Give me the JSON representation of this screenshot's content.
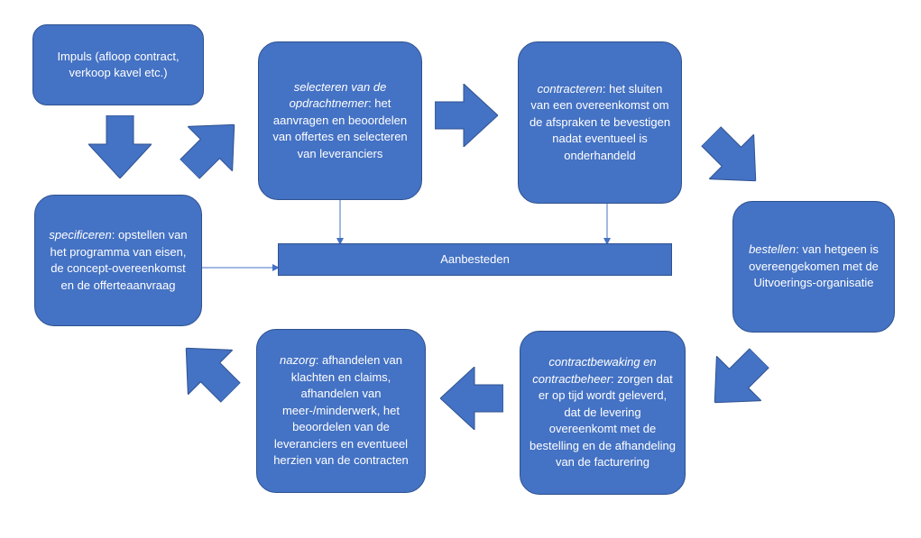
{
  "colors": {
    "box_fill": "#4472c4",
    "box_border": "#2f528f",
    "text": "#ffffff",
    "connector": "#4472c4"
  },
  "nodes": {
    "impuls": {
      "text": "Impuls (afloop contract, verkoop kavel etc.)"
    },
    "specificeren": {
      "term": "specificeren",
      "text": ": opstellen van het programma van eisen, de concept-overeenkomst en de offerteaanvraag"
    },
    "selecteren": {
      "term": "selecteren van de opdrachtnemer",
      "text": ": het aanvragen en beoordelen van offertes en selecteren van leveranciers"
    },
    "contracteren": {
      "term": "contracteren",
      "text": ": het sluiten van een overeenkomst om de afspraken te bevestigen nadat eventueel is onderhandeld"
    },
    "bestellen": {
      "term": "bestellen",
      "text": ": van hetgeen is overeengekomen met de Uitvoerings-organisatie"
    },
    "contractbewaking": {
      "term": "contractbewaking en contractbeheer",
      "text": ": zorgen dat er op tijd wordt geleverd, dat de levering overeenkomt met de bestelling en de afhandeling van de facturering"
    },
    "nazorg": {
      "term": "nazorg",
      "text": ": afhandelen van klachten en claims, afhandelen van meer-/minderwerk, het beoordelen van de leveranciers en eventueel herzien van de contracten"
    },
    "aanbesteden": {
      "text": "Aanbesteden"
    }
  }
}
